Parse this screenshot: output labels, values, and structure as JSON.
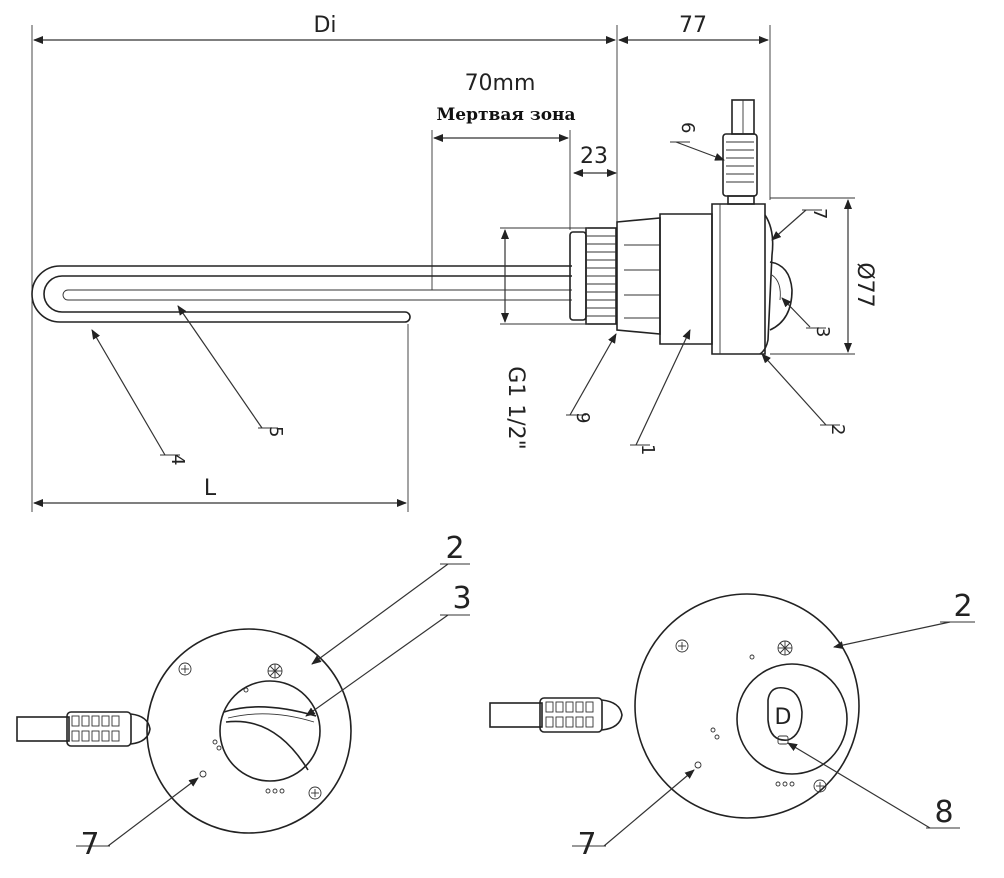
{
  "dimensions": {
    "di": "Di",
    "width_77": "77",
    "dead_zone_mm": "70mm",
    "dead_zone_label": "Мертвая зона",
    "thread_offset": "23",
    "diameter": "Ø77",
    "thread": "G1 1/2\"",
    "length": "L"
  },
  "side_view_refs": {
    "r1": "1",
    "r2": "2",
    "r3": "3",
    "r4": "4",
    "r5": "5",
    "r6": "6",
    "r7": "7",
    "r9": "9"
  },
  "left_end_view_refs": {
    "r2": "2",
    "r3": "3",
    "r7": "7"
  },
  "right_end_view_refs": {
    "r2": "2",
    "r7": "7",
    "r8": "8"
  },
  "knob_letter": "D"
}
